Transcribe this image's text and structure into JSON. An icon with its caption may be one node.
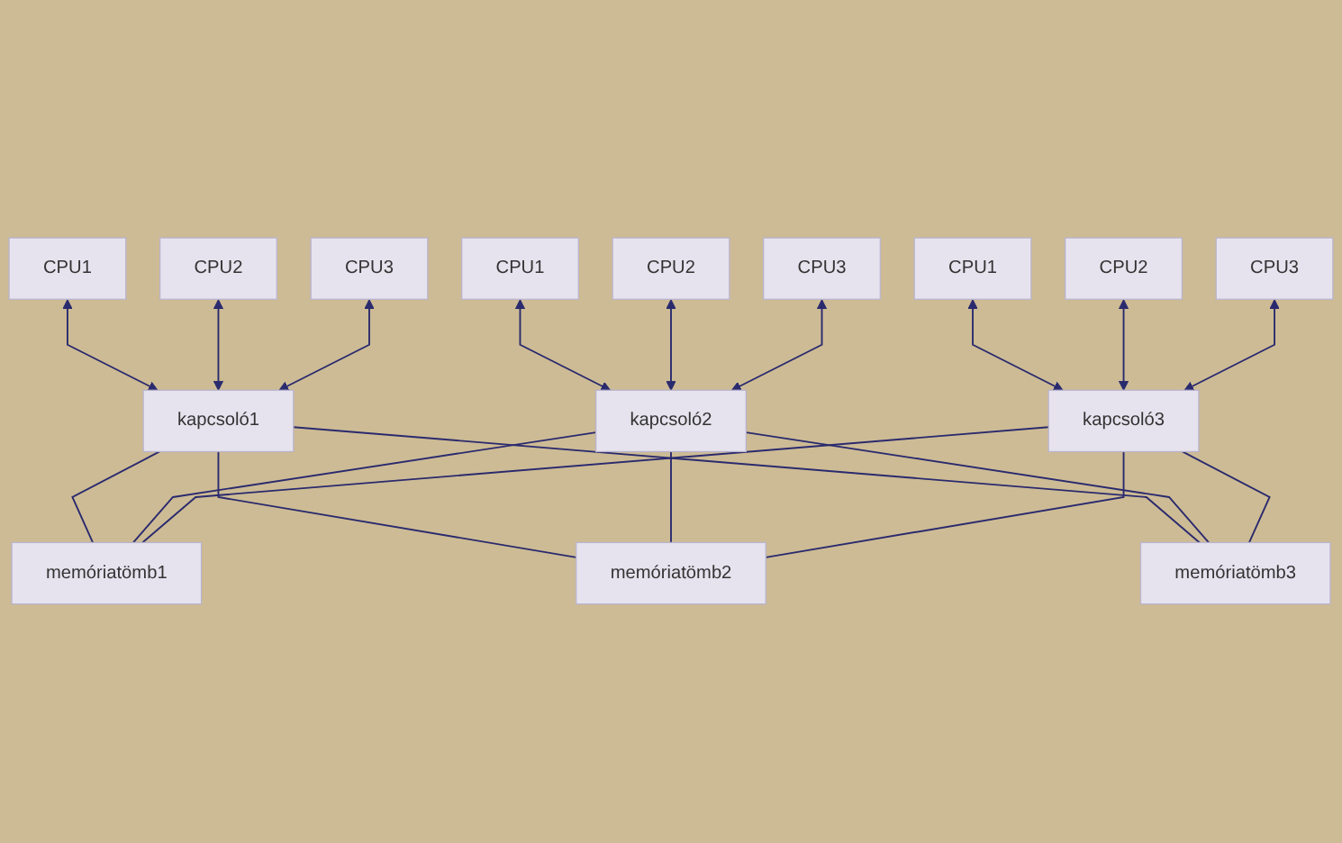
{
  "diagram": {
    "nodes": [
      {
        "text": [
          "CPU1"
        ]
      },
      {
        "text": [
          "CPU2"
        ]
      },
      {
        "text": [
          "CPU3"
        ]
      },
      {
        "text": [
          "CPU1"
        ]
      },
      {
        "text": [
          "CPU2"
        ]
      },
      {
        "text": [
          "CPU3"
        ]
      },
      {
        "text": [
          "CPU1"
        ]
      },
      {
        "text": [
          "CPU2"
        ]
      },
      {
        "text": [
          "CPU3"
        ]
      },
      {
        "text": [
          "kapcsoló1"
        ]
      },
      {
        "text": [
          "kapcsoló2"
        ]
      },
      {
        "text": [
          "kapcsoló3"
        ]
      },
      {
        "text": [
          "memóriatömb1"
        ]
      },
      {
        "text": [
          "memóriatömb2"
        ]
      },
      {
        "text": [
          "memóriatömb3"
        ]
      }
    ],
    "edges": [
      {
        "from": 0,
        "to": 9,
        "arrow": "both"
      },
      {
        "from": 1,
        "to": 9,
        "arrow": "both"
      },
      {
        "from": 2,
        "to": 9,
        "arrow": "both"
      },
      {
        "from": 3,
        "to": 10,
        "arrow": "both"
      },
      {
        "from": 4,
        "to": 10,
        "arrow": "both"
      },
      {
        "from": 5,
        "to": 10,
        "arrow": "both"
      },
      {
        "from": 6,
        "to": 11,
        "arrow": "both"
      },
      {
        "from": 7,
        "to": 11,
        "arrow": "both"
      },
      {
        "from": 8,
        "to": 11,
        "arrow": "both"
      },
      {
        "from": 9,
        "to": 12,
        "arrow": "none"
      },
      {
        "from": 9,
        "to": 13,
        "arrow": "none"
      },
      {
        "from": 9,
        "to": 14,
        "arrow": "none"
      },
      {
        "from": 10,
        "to": 12,
        "arrow": "none"
      },
      {
        "from": 10,
        "to": 13,
        "arrow": "none"
      },
      {
        "from": 10,
        "to": 14,
        "arrow": "none"
      },
      {
        "from": 11,
        "to": 12,
        "arrow": "none"
      },
      {
        "from": 11,
        "to": 13,
        "arrow": "none"
      },
      {
        "from": 11,
        "to": 14,
        "arrow": "none"
      }
    ]
  }
}
